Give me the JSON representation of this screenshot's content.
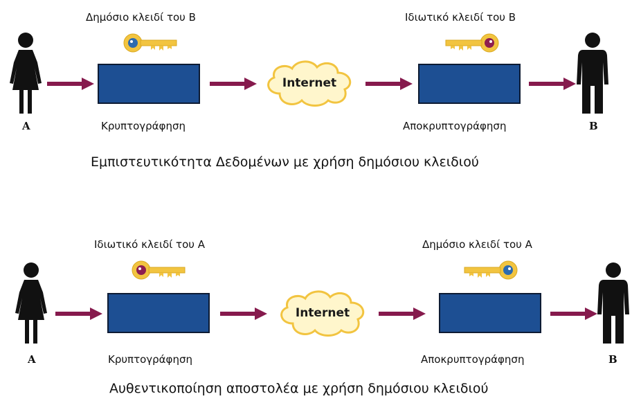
{
  "colors": {
    "arrow": "#861a4d",
    "box_fill": "#1d4f93",
    "box_border": "#0d1b33",
    "cloud_fill": "#fff6cc",
    "cloud_stroke": "#f2c440",
    "key_gold": "#f2c440",
    "public_key_head": "#2d6bb0",
    "private_key_head": "#8e1e4f",
    "person": "#111111"
  },
  "diagram1": {
    "person_left": "A",
    "person_right": "B",
    "key_left_label": "Δημόσιο κλειδί του Β",
    "key_left_icon": "public-key-icon",
    "key_right_label": "Ιδιωτικό κλειδί του Β",
    "key_right_icon": "private-key-icon",
    "box_left_label": "Κρυπτογράφηση",
    "box_right_label": "Αποκρυπτογράφηση",
    "cloud_label": "Internet",
    "caption": "Εμπιστευτικότητα Δεδομένων με χρήση δημόσιου κλειδιού"
  },
  "diagram2": {
    "person_left": "A",
    "person_right": "B",
    "key_left_label": "Ιδιωτικό κλειδί του Α",
    "key_left_icon": "private-key-icon",
    "key_right_label": "Δημόσιο κλειδί του Α",
    "key_right_icon": "public-key-icon",
    "box_left_label": "Κρυπτογράφηση",
    "box_right_label": "Αποκρυπτογράφηση",
    "cloud_label": "Internet",
    "caption": "Αυθεντικοποίηση αποστολέα με χρήση δημόσιου κλειδιού"
  }
}
